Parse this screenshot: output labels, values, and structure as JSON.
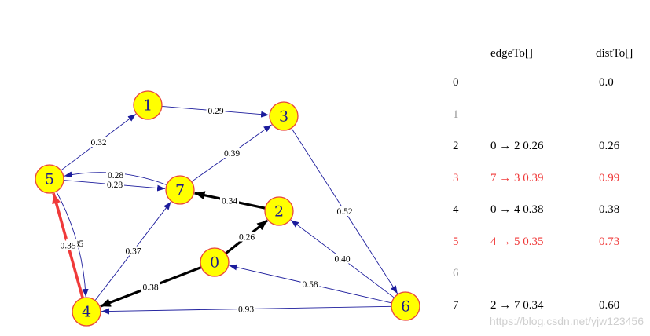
{
  "graph": {
    "nodes": [
      {
        "id": "0"
      },
      {
        "id": "1"
      },
      {
        "id": "2"
      },
      {
        "id": "3"
      },
      {
        "id": "4"
      },
      {
        "id": "5"
      },
      {
        "id": "6"
      },
      {
        "id": "7"
      }
    ],
    "edges": [
      {
        "from": "1",
        "to": "3",
        "label": "0.29",
        "style": "thin"
      },
      {
        "from": "5",
        "to": "1",
        "label": "0.32",
        "style": "thin"
      },
      {
        "from": "7",
        "to": "3",
        "label": "0.39",
        "style": "thin"
      },
      {
        "from": "5",
        "to": "7",
        "label": "0.28",
        "style": "thin"
      },
      {
        "from": "7",
        "to": "5",
        "label": "0.28",
        "style": "thin"
      },
      {
        "from": "2",
        "to": "7",
        "label": "0.34",
        "style": "bold"
      },
      {
        "from": "0",
        "to": "2",
        "label": "0.26",
        "style": "bold"
      },
      {
        "from": "3",
        "to": "6",
        "label": "0.52",
        "style": "thin"
      },
      {
        "from": "6",
        "to": "2",
        "label": "0.40",
        "style": "thin"
      },
      {
        "from": "4",
        "to": "7",
        "label": "0.37",
        "style": "thin"
      },
      {
        "from": "5",
        "to": "4",
        "label": "0.35",
        "style": "thin"
      },
      {
        "from": "4",
        "to": "5",
        "label": "0.35",
        "style": "highlight"
      },
      {
        "from": "0",
        "to": "4",
        "label": "0.38",
        "style": "bold"
      },
      {
        "from": "6",
        "to": "0",
        "label": "0.58",
        "style": "thin"
      },
      {
        "from": "6",
        "to": "4",
        "label": "0.93",
        "style": "thin"
      }
    ],
    "colors": {
      "node_fill": "#ffff00",
      "node_stroke": "#e8463c",
      "node_text": "#1a1a8c",
      "thin_edge": "#1c1c9c",
      "bold_edge": "#000000",
      "highlight_edge": "#f03a3a"
    }
  },
  "table": {
    "headers": {
      "edge_to": "edgeTo[]",
      "dist_to": "distTo[]"
    },
    "rows": [
      {
        "index": "0",
        "edge_to": "",
        "dist_to": "0.0",
        "color": "#000000"
      },
      {
        "index": "1",
        "edge_to": "",
        "dist_to": "",
        "color": "#9a9a9a"
      },
      {
        "index": "2",
        "edge_to": "0 → 2 0.26",
        "dist_to": "0.26",
        "color": "#000000"
      },
      {
        "index": "3",
        "edge_to": "7 → 3 0.39",
        "dist_to": "0.99",
        "color": "#f03a3a"
      },
      {
        "index": "4",
        "edge_to": "0 → 4 0.38",
        "dist_to": "0.38",
        "color": "#000000"
      },
      {
        "index": "5",
        "edge_to": "4 → 5 0.35",
        "dist_to": "0.73",
        "color": "#f03a3a"
      },
      {
        "index": "6",
        "edge_to": "",
        "dist_to": "",
        "color": "#9a9a9a"
      },
      {
        "index": "7",
        "edge_to": "2 → 7 0.34",
        "dist_to": "0.60",
        "color": "#000000"
      }
    ]
  },
  "watermark": "https://blog.csdn.net/yjw123456"
}
